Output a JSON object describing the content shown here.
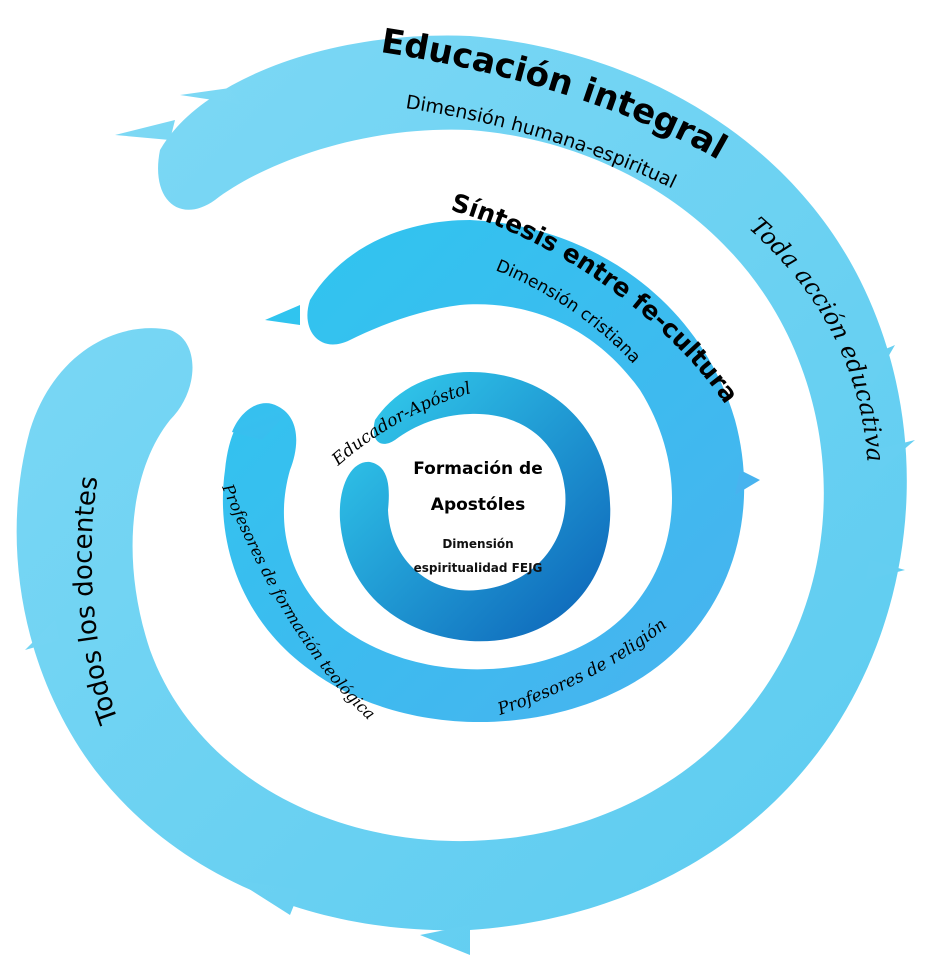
{
  "colors": {
    "outer_start": "#7fd9f5",
    "outer_end": "#5bcbf0",
    "middle_start": "#2ec6ef",
    "middle_end": "#49b2ef",
    "inner_start": "#35d3f0",
    "inner_end": "#0b5fb6"
  },
  "outer": {
    "title": "Educación integral",
    "subtitle": "Dimensión humana-espiritual",
    "right_label": "Toda acción educativa",
    "left_label": "Todos los docentes"
  },
  "middle": {
    "title": "Síntesis entre fe-cultura",
    "subtitle": "Dimensión cristiana",
    "left_label": "Profesores de formación teológica",
    "bottom_label": "Profesores de religión"
  },
  "inner": {
    "top_label": "Educador-Apóstol",
    "title_line1": "Formación de",
    "title_line2": "Apostóles",
    "subtitle_line1": "Dimensión",
    "subtitle_line2": "espiritualidad FEJG"
  }
}
